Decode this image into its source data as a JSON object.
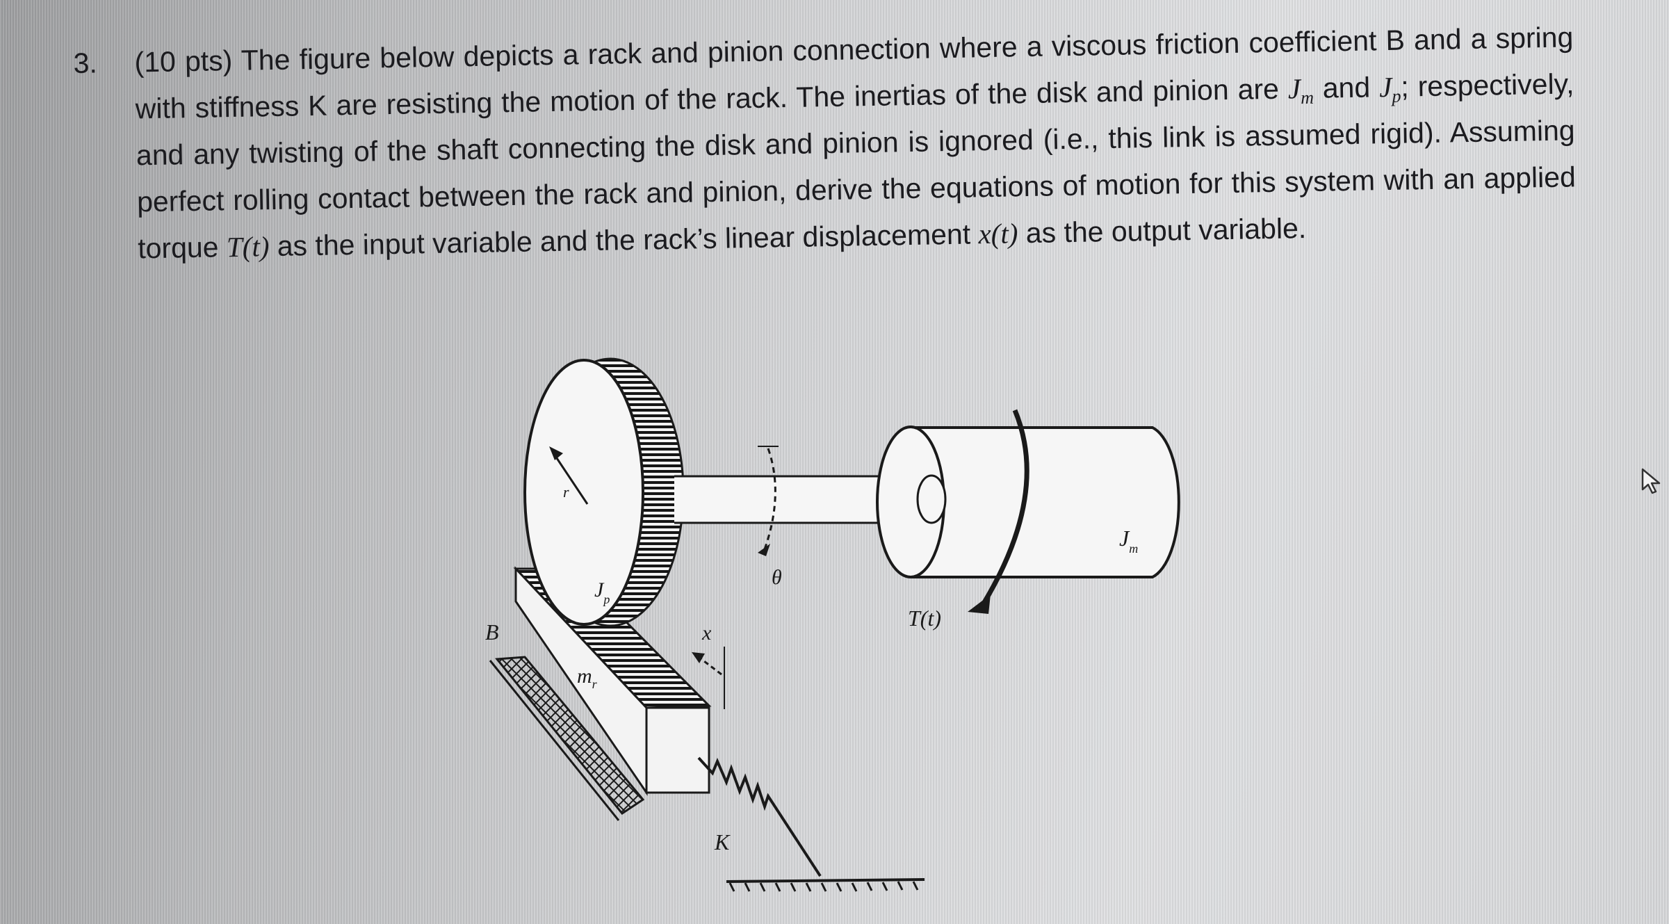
{
  "problem": {
    "number": "3.",
    "text_1": "(10 pts) The figure below depicts a rack and pinion connection where a viscous friction coefficient B and a spring with stiffness K are resisting the motion of the rack. The inertias of the disk and pinion are ",
    "jm_base": "J",
    "jm_sub": "m",
    "text_and": " and ",
    "jp_base": "J",
    "jp_sub": "p",
    "text_2": "; respectively, and any twisting of the shaft connecting the disk and pinion is ignored (i.e., this link is assumed rigid). Assuming perfect rolling contact between the rack and pinion, derive the equations of motion for this system with an applied torque ",
    "torque_symbol": "T(t)",
    "text_3": " as the input variable and the rack’s linear displacement ",
    "disp_symbol": "x(t)",
    "text_4": " as the output variable."
  },
  "figure": {
    "label_r": "r",
    "label_jp": "J",
    "label_jp_sub": "p",
    "label_theta": "θ",
    "label_jm": "J",
    "label_jm_sub": "m",
    "label_torque": "T(t)",
    "label_x": "x",
    "label_b": "B",
    "label_mr": "m",
    "label_mr_sub": "r",
    "label_k": "K"
  }
}
